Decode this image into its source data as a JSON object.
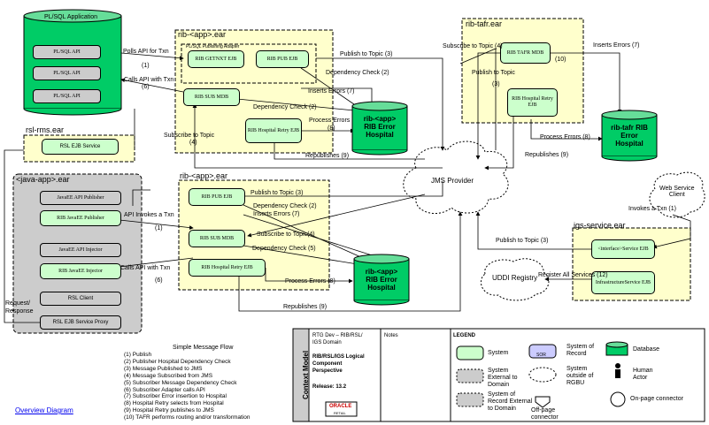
{
  "containers": {
    "plsql_app": "PL/SQL Application",
    "rib_app_ear_top": "rib-<app>.ear",
    "plsql_pub_adapter": "PL/SQL Publishing Adapter",
    "rib_tafr_ear": "rib-tafr.ear",
    "rsl_rms_ear": "rsl-rms.ear",
    "java_app_ear": "<java-app>.ear",
    "rib_app_ear_mid": "rib-<app>.ear",
    "igs_service_ear": "igs-service.ear"
  },
  "components": {
    "plsql_api_1": "PL/SQL API",
    "plsql_api_2": "PL/SQL API",
    "plsql_api_3": "PL/SQL API",
    "rib_getnxt_ejb": "RIB GETNXT EJB",
    "rib_pub_ejb_top": "RIB PUB EJB",
    "rib_sub_mdb_top": "RIB SUB MDB",
    "rib_hosp_retry_top": "RIB Hospital Retry EJB",
    "rib_tafr_mdb": "RIB TAFR MDB",
    "rib_hosp_retry_tafr": "RIB Hospital Retry EJB",
    "rsl_ejb_service": "RSL EJB Service",
    "javaee_api_pub": "JavaEE API Publisher",
    "rib_javaee_pub": "RIB JavaEE Publisher",
    "javaee_api_inj": "JavaEE API Injector",
    "rib_javaee_inj": "RIB JavaEE Injector",
    "rsl_client": "RSL Client",
    "rsl_ejb_proxy": "RSL EJB Service Proxy",
    "rib_pub_ejb_mid": "RIB PUB EJB",
    "rib_sub_mdb_mid": "RIB SUB MDB",
    "rib_hosp_retry_mid": "RIB Hospital Retry EJB",
    "interface_service_ejb": "<interface>Service EJB",
    "infra_service_ejb": "InfrastructureService EJB"
  },
  "databases": {
    "db_top": "rib-<app>\nRIB Error\nHospital",
    "db_tafr": "rib-tafr RIB\nError\nHospital",
    "db_mid": "rib-<app>\nRIB Error\nHospital"
  },
  "clouds": {
    "jms": "JMS Provider",
    "web_client": "Web Service\nClient",
    "uddi": "UDDI Registry"
  },
  "edge_labels": {
    "polls_api": "Polls API for Txn",
    "n1a": "(1)",
    "calls_api": "Calls API with Txn",
    "n6a": "(6)",
    "pub_topic_top": "Publish to Topic  (3)",
    "dep_check_2a": "Dependency Check (2)",
    "ins_err_7a": "Inserts Errors  (7)",
    "dep_check_2b": "Dependency Check (2)",
    "proc_err_top": "Process Errors",
    "n8a": "(8)",
    "sub_topic_4a": "Subscribe to Topic",
    "n4a": "(4)",
    "republishes_top": "Republishes  (9)",
    "sub_topic_tafr": "Subscribe to Topic (4)",
    "pub_topic_tafr": "Publish to Topic",
    "n3b": "(3)",
    "n10": "(10)",
    "ins_err_tafr": "Inserts Errors   (7)",
    "proc_err_tafr": "Process Errors   (8)",
    "republishes_tafr": "Republishes   (9)",
    "api_invokes": "API Invokes a Txn",
    "n1b": "(1)",
    "pub_topic_mid": "Publish to Topic   (3)",
    "dep_check_mid_2": "Dependency Check (2)",
    "ins_err_mid": "Inserts Errors   (7)",
    "sub_topic_mid": "Subscribe to Topic(4)",
    "dep_check_mid_5": "Dependency Check (5)",
    "calls_api_mid": "Calls API with Txn",
    "n6b": "(6)",
    "proc_err_mid": "Process Errors (8)",
    "republishes_mid": "Republishes   (9)",
    "invokes_txn": "Invokes a Txn (1)",
    "pub_topic_igs": "Publish to Topic   (3)",
    "register_all": "Register All Services (12)",
    "request_response": "Request/\nResponse"
  },
  "flow": {
    "title": "Simple Message Flow",
    "items": [
      "(1)   Publish",
      "(2)   Publisher Hospital Dependency Check",
      "(3)   Message Published to JMS",
      "(4)   Message Subscribed from JMS",
      "(5)   Subscriber Message Dependency Check",
      "(6)   Subscriber Adapter calls API",
      "(7)   Subscriber Error insertion to Hospital",
      "(8)   Hospital Retry selects from Hospital",
      "(9)   Hospital Retry publishes to JMS",
      "(10) TAFR performs routing and/or transformation"
    ]
  },
  "context_model": {
    "side_label": "Context Model",
    "title_block": "RTG Dev – RIB/RSL/\nIGS Domain",
    "perspective": "RIB/RSL/IGS Logical\nComponent\nPerspective",
    "release": "Release:  13.2",
    "notes": "Notes",
    "logo_text": "ORACLE",
    "logo_sub": "RETAIL"
  },
  "legend": {
    "title": "LEGEND",
    "system": "System",
    "system_of_record": "System of\nRecord",
    "sor": "SOR",
    "database": "Database",
    "system_external": "System\nExternal to\nDomain",
    "system_outside": "System\noutside of\nRGBU",
    "human_actor": "Human\nActor",
    "record_external": "System of\nRecord External\nto Domain",
    "offpage": "Off-page\nconnector",
    "onpage": "On-page connector"
  },
  "overview_link": "Overview Diagram",
  "colors": {
    "container_fill": "#ffffcc",
    "component_fill": "#ccffcc",
    "db_fill": "#00cc66",
    "gray_container": "#cccccc",
    "link": "#0000ee"
  }
}
